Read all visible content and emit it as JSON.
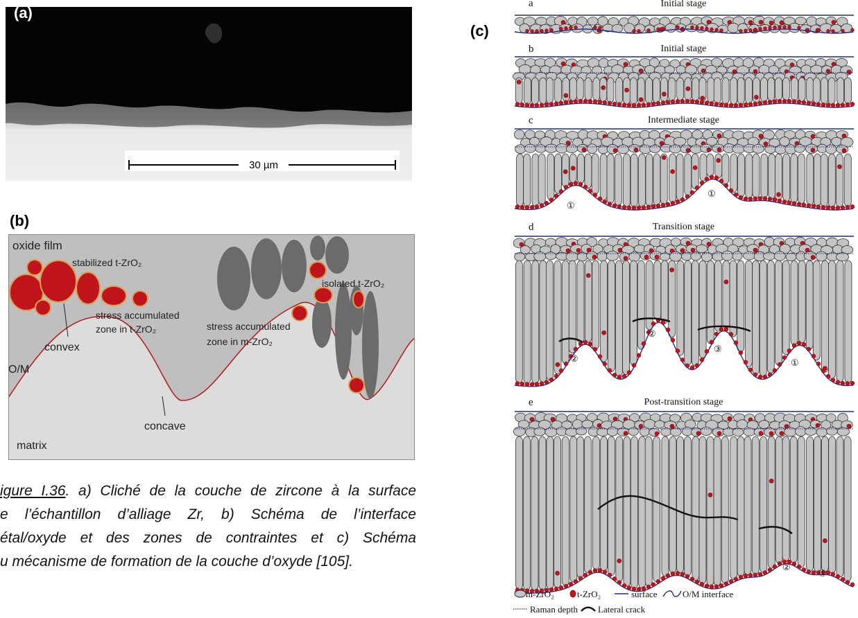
{
  "panel_labels": {
    "a": "(a)",
    "b": "(b)",
    "c": "(c)"
  },
  "micrograph": {
    "scale_bar": "30 µm"
  },
  "schematic": {
    "oxide_film": "oxide film",
    "stabilized": "stabilized t-ZrO₂",
    "stress_t": "stress accumulated",
    "stress_t2": "zone in t-ZrO₂",
    "convex": "convex",
    "om": "O/M",
    "concave": "concave",
    "matrix": "matrix",
    "stress_m": "stress accumulated",
    "stress_m2": "zone in m-ZrO₂",
    "isolated": "isolated t-ZrO₂"
  },
  "caption": {
    "figure_ref": "igure I.36",
    "line1_rest": ". a) Cliché de la couche de zircone à la surface",
    "line2": "e l’échantillon d’alliage Zr, b) Schéma de l’interface",
    "line3": "étal/oxyde et des zones de contraintes et c) Schéma",
    "line4": "u mécanisme de formation de la couche d’oxyde [105]."
  },
  "mechanism": {
    "stages": [
      {
        "letter": "a",
        "title": "Initial stage"
      },
      {
        "letter": "b",
        "title": "Initial stage"
      },
      {
        "letter": "c",
        "title": "Intermediate stage"
      },
      {
        "letter": "d",
        "title": "Transition stage"
      },
      {
        "letter": "e",
        "title": "Post-transition stage"
      }
    ],
    "markers": {
      "one": "①",
      "two": "②",
      "three": "③"
    },
    "legend": {
      "m": "m-ZrO₂",
      "t": "t-ZrO₂",
      "surface": "surface",
      "interface": "O/M interface",
      "raman": "Raman depth",
      "crack": "Lateral crack"
    },
    "colors": {
      "grain": "#c4c4c4",
      "tzro2": "#c0141c",
      "surface_line": "#1f2a8a"
    }
  }
}
